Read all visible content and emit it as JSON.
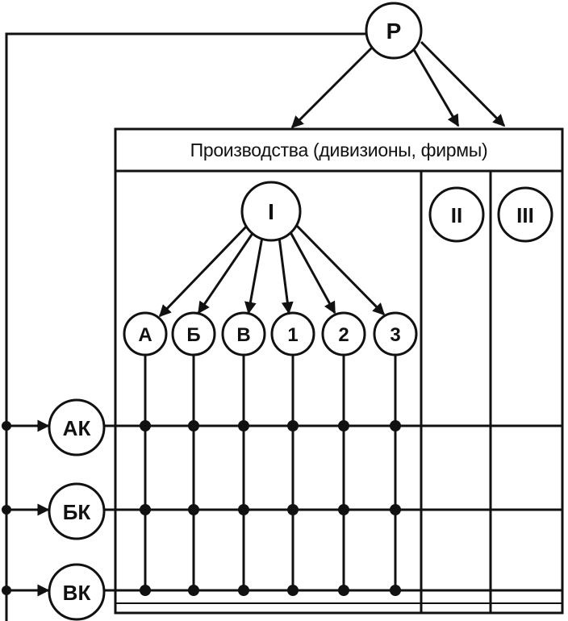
{
  "header": {
    "title": "Производства (дивизионы, фирмы)"
  },
  "nodes": {
    "top": "Р",
    "division_1": "I",
    "division_2": "II",
    "division_3": "III",
    "products": [
      "А",
      "Б",
      "В",
      "1",
      "2",
      "3"
    ],
    "coordinators": [
      "АК",
      "БК",
      "ВК"
    ]
  },
  "colors": {
    "ink": "#111111",
    "paper": "#ffffff"
  }
}
